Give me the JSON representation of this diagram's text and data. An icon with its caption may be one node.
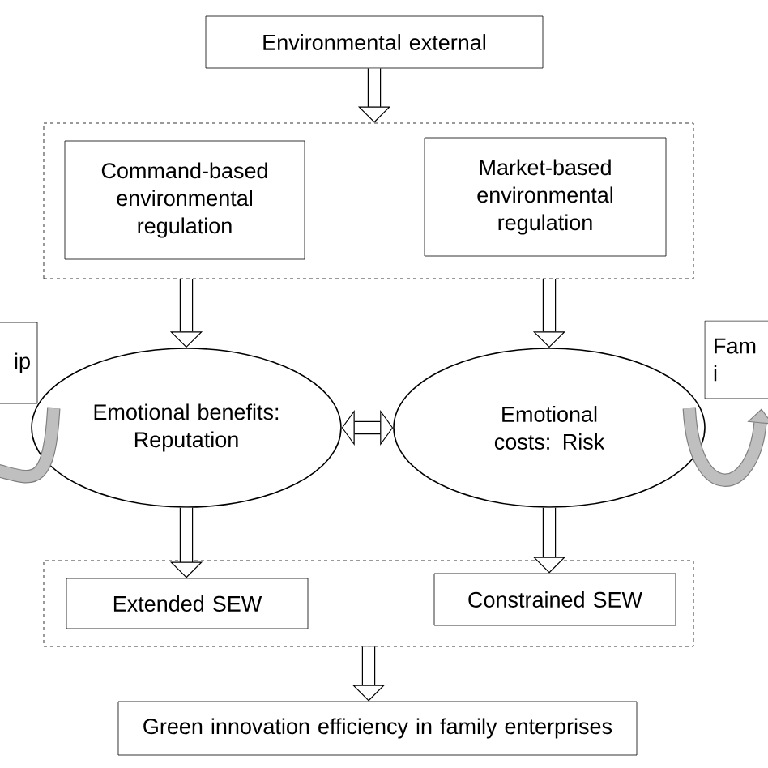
{
  "diagram": {
    "nodes": [
      {
        "text": [
          "Environmental external"
        ]
      },
      {
        "text": [],
        "shape": "box"
      },
      {
        "text": [
          "Command-based environmental regulation"
        ],
        "in": 1
      },
      {
        "text": [
          "Market-based environmental regulation"
        ],
        "in": 1
      },
      {
        "text": [
          "ip"
        ]
      },
      {
        "text": [
          "Emotional benefits: Reputation"
        ]
      },
      {
        "text": [
          "Emotional costs: Risk"
        ]
      },
      {
        "text": [
          "Fam i"
        ]
      },
      {
        "text": [],
        "shape": "box"
      },
      {
        "text": [
          "Extended SEW"
        ],
        "in": 8
      },
      {
        "text": [
          "Constrained SEW"
        ],
        "in": 8
      },
      {
        "text": [
          "Green innovation efficiency in family enterprises"
        ]
      }
    ],
    "edges": [
      {
        "from": 0,
        "to": 1,
        "arrow": "to"
      },
      {
        "from": 1,
        "to": 5,
        "arrow": "to"
      },
      {
        "from": 1,
        "to": 6,
        "arrow": "to"
      },
      {
        "from": 5,
        "to": 6,
        "arrow": "both"
      },
      {
        "from": 5,
        "to": 9,
        "arrow": "to"
      },
      {
        "from": 6,
        "to": 10,
        "arrow": "to"
      },
      {
        "from": 8,
        "to": 11,
        "arrow": "to"
      },
      {
        "from": 6,
        "to": 7,
        "arrow": "to",
        "color": "#808080"
      },
      {
        "from": 5,
        "to": 4,
        "arrow": "none",
        "color": "#808080"
      }
    ]
  }
}
